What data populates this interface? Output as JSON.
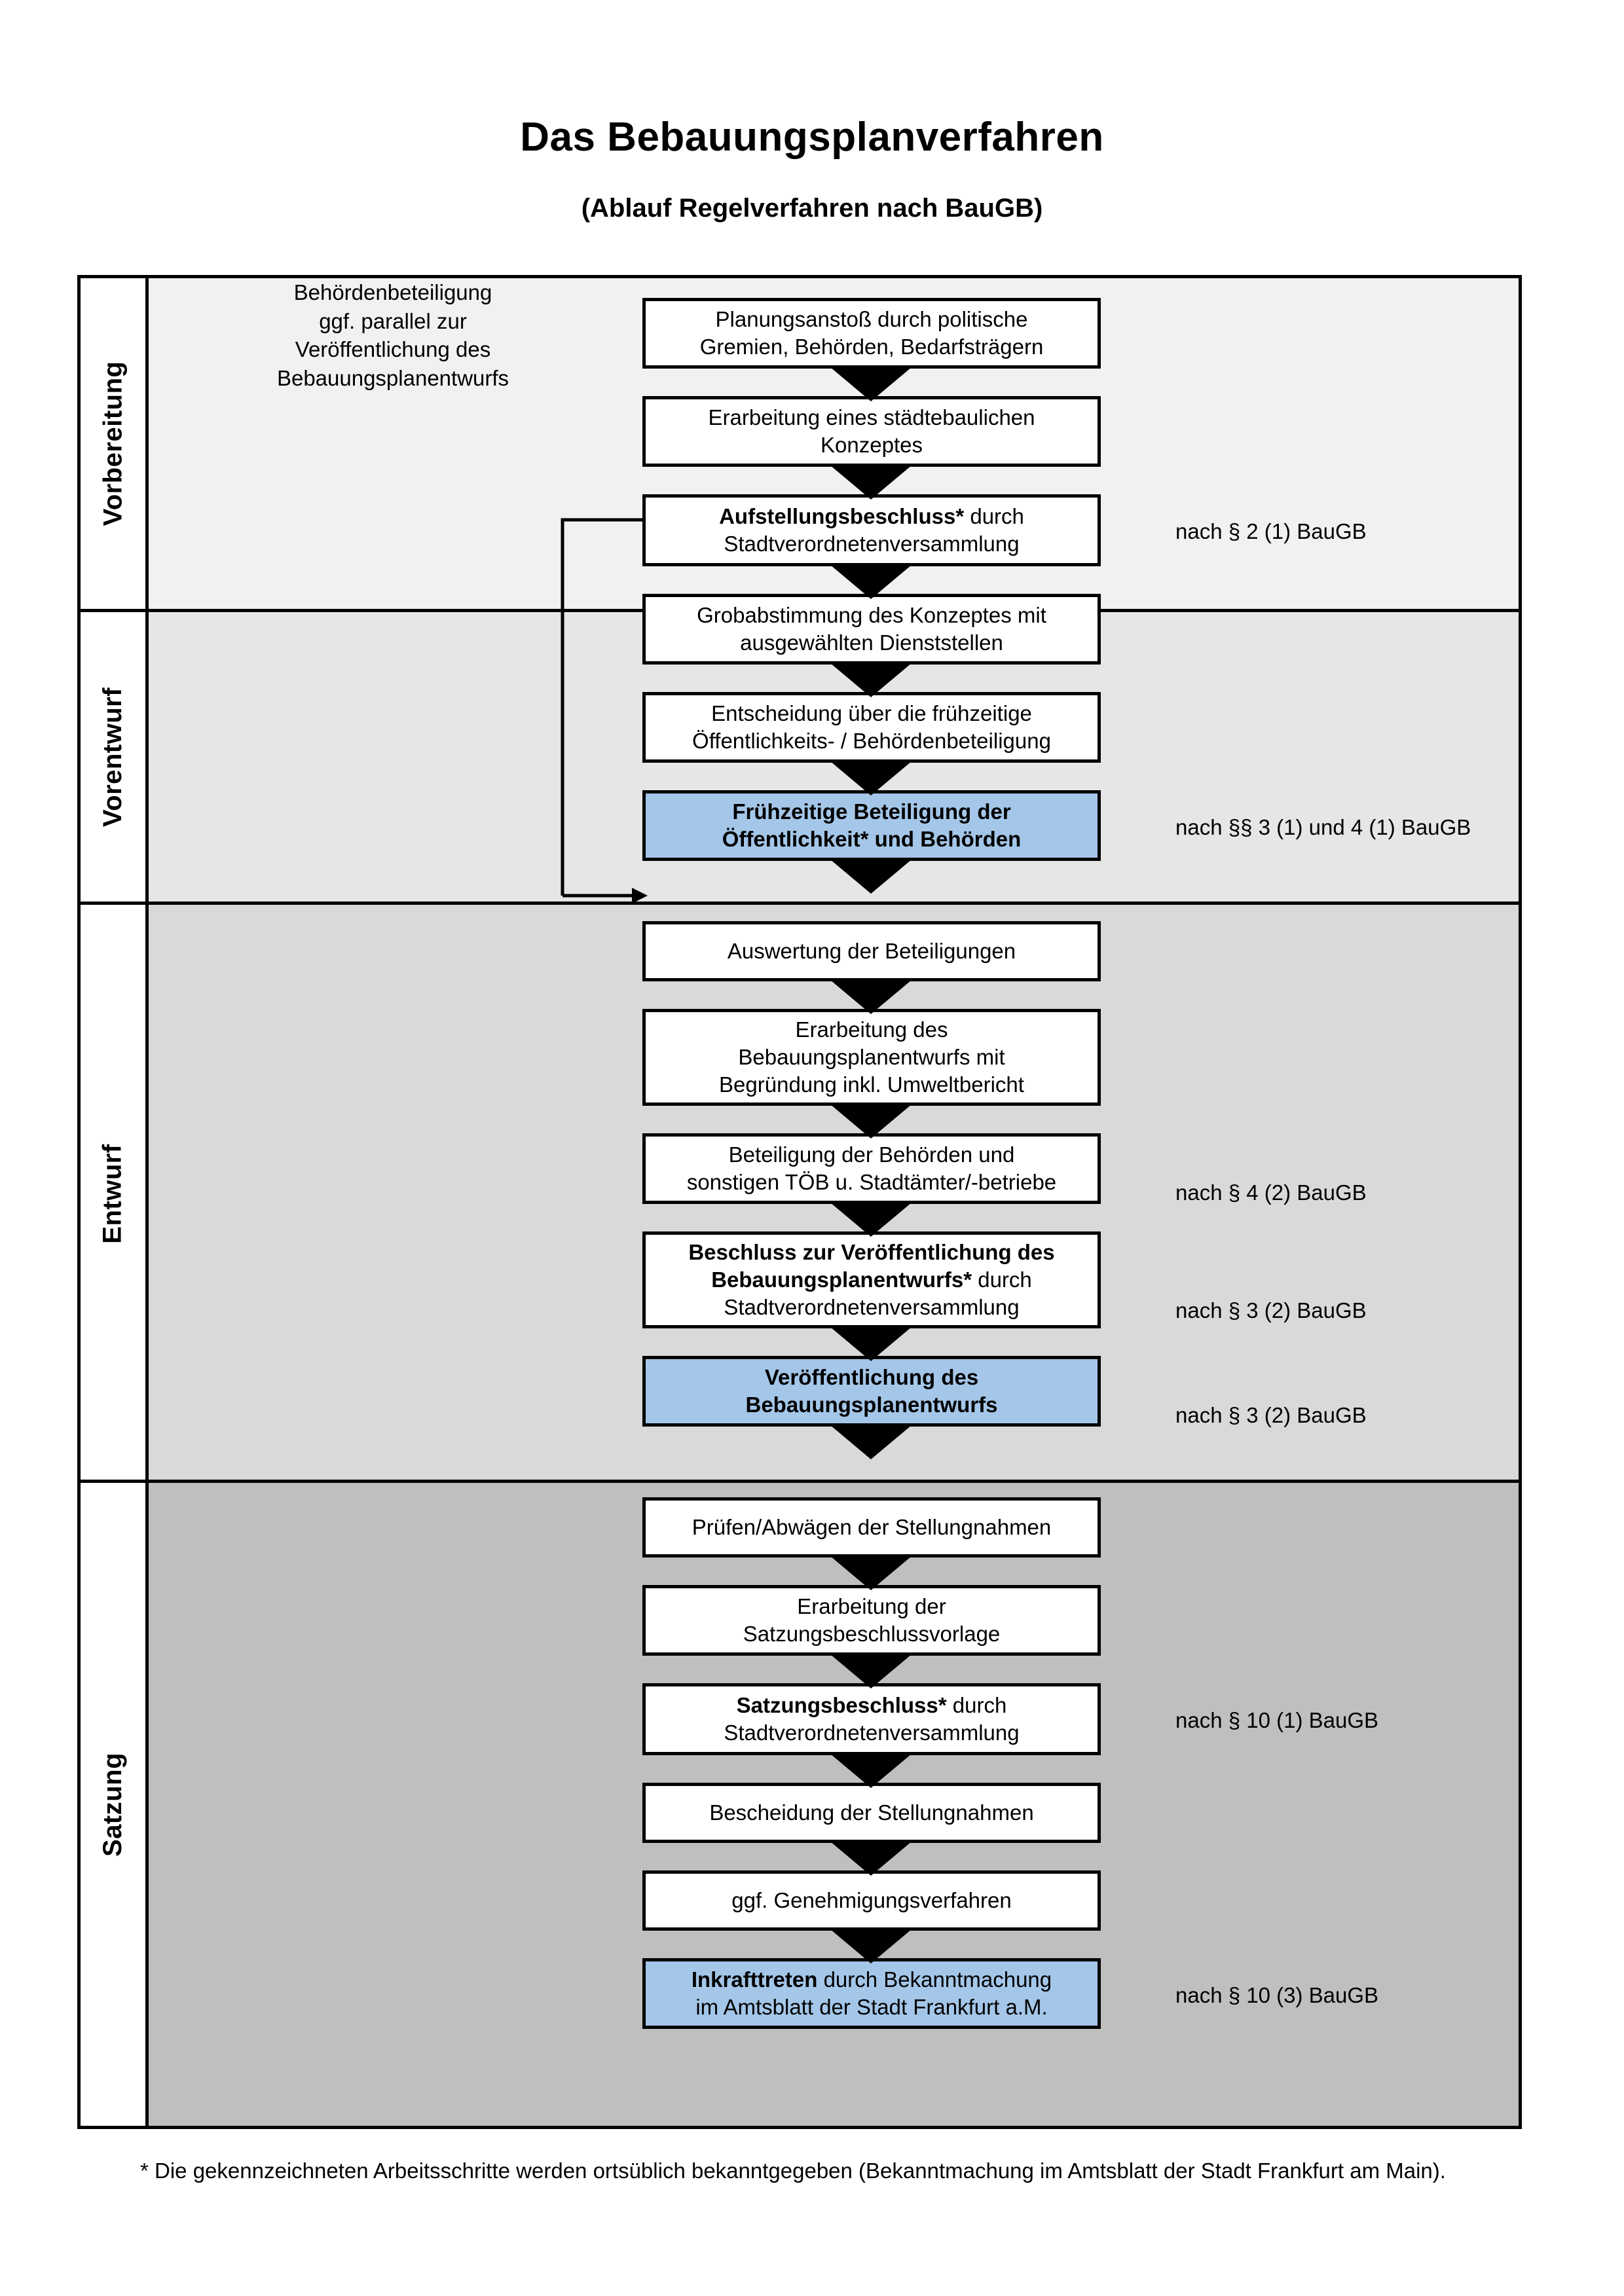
{
  "document": {
    "title": "Das Bebauungsplanverfahren",
    "subtitle": "(Ablauf Regelverfahren nach BauGB)",
    "footnote": "* Die gekennzeichneten Arbeitsschritte werden ortsüblich bekanntgegeben (Bekanntmachung im Amtsblatt  der Stadt Frankfurt am Main)."
  },
  "colors": {
    "highlight_box": "#a4c6e8",
    "band_vorbereitung": "#f1f1f1",
    "band_vorentwurf": "#e6e6e6",
    "band_entwurf": "#d9d9d9",
    "band_satzung": "#bfbfbf",
    "line": "#000000"
  },
  "phases": [
    {
      "id": "vorbereitung",
      "label": "Vorbereitung"
    },
    {
      "id": "vorentwurf",
      "label": "Vorentwurf"
    },
    {
      "id": "entwurf",
      "label": "Entwurf"
    },
    {
      "id": "satzung",
      "label": "Satzung"
    }
  ],
  "steps": [
    {
      "id": "planungsanstoss",
      "phase": "vorbereitung",
      "highlight": false,
      "lines": [
        {
          "text": "Planungsanstoß durch politische",
          "bold": false
        },
        {
          "text": "Gremien, Behörden, Bedarfsträgern",
          "bold": false
        }
      ]
    },
    {
      "id": "staedtebauliches-konzept",
      "phase": "vorbereitung",
      "highlight": false,
      "lines": [
        {
          "text": "Erarbeitung eines städtebaulichen",
          "bold": false
        },
        {
          "text": "Konzeptes",
          "bold": false
        }
      ]
    },
    {
      "id": "aufstellungsbeschluss",
      "phase": "vorbereitung",
      "highlight": false,
      "lines": [
        {
          "text": "Aufstellungsbeschluss*",
          "bold": true
        },
        {
          "text": " durch",
          "bold": false
        },
        {
          "text": "Stadtverordnetenversammlung",
          "bold": false,
          "newline": true
        }
      ]
    },
    {
      "id": "grobabstimmung",
      "phase": "vorentwurf",
      "highlight": false,
      "lines": [
        {
          "text": "Grobabstimmung des Konzeptes mit",
          "bold": false
        },
        {
          "text": "ausgewählten Dienststellen",
          "bold": false
        }
      ]
    },
    {
      "id": "entscheidung-fruehzeitige",
      "phase": "vorentwurf",
      "highlight": false,
      "lines": [
        {
          "text": "Entscheidung über die frühzeitige",
          "bold": false
        },
        {
          "text": "Öffentlichkeits- / Behördenbeteiligung",
          "bold": false
        }
      ]
    },
    {
      "id": "fruehzeitige-beteiligung",
      "phase": "vorentwurf",
      "highlight": true,
      "lines": [
        {
          "text": "Frühzeitige Beteiligung der",
          "bold": true
        },
        {
          "text": "Öffentlichkeit* und Behörden",
          "bold": true
        }
      ]
    },
    {
      "id": "auswertung-beteiligungen",
      "phase": "entwurf",
      "highlight": false,
      "lines": [
        {
          "text": "Auswertung der Beteiligungen",
          "bold": false
        }
      ]
    },
    {
      "id": "erarbeitung-bplan-entwurf",
      "phase": "entwurf",
      "highlight": false,
      "lines": [
        {
          "text": "Erarbeitung des",
          "bold": false
        },
        {
          "text": "Bebauungsplanentwurfs mit",
          "bold": false
        },
        {
          "text": "Begründung inkl. Umweltbericht",
          "bold": false
        }
      ]
    },
    {
      "id": "beteiligung-behoerden-toeb",
      "phase": "entwurf",
      "highlight": false,
      "lines": [
        {
          "text": "Beteiligung der Behörden und",
          "bold": false
        },
        {
          "text": "sonstigen TÖB u. Stadtämter/-betriebe",
          "bold": false
        }
      ]
    },
    {
      "id": "beschluss-veroeffentlichung",
      "phase": "entwurf",
      "highlight": false,
      "lines": [
        {
          "text": "Beschluss zur Veröffentlichung des",
          "bold": true
        },
        {
          "text": "Bebauungsplanentwurfs*",
          "bold": true
        },
        {
          "text": " durch",
          "bold": false
        },
        {
          "text": "Stadtverordnetenversammlung",
          "bold": false,
          "newline": true
        }
      ]
    },
    {
      "id": "veroeffentlichung-bplan",
      "phase": "entwurf",
      "highlight": true,
      "lines": [
        {
          "text": "Veröffentlichung des",
          "bold": true
        },
        {
          "text": "Bebauungsplanentwurfs",
          "bold": true
        }
      ]
    },
    {
      "id": "pruefen-abwaegen",
      "phase": "satzung",
      "highlight": false,
      "lines": [
        {
          "text": "Prüfen/Abwägen der Stellungnahmen",
          "bold": false
        }
      ]
    },
    {
      "id": "satzungsbeschlussvorlage",
      "phase": "satzung",
      "highlight": false,
      "lines": [
        {
          "text": "Erarbeitung der",
          "bold": false
        },
        {
          "text": "Satzungsbeschlussvorlage",
          "bold": false
        }
      ]
    },
    {
      "id": "satzungsbeschluss",
      "phase": "satzung",
      "highlight": false,
      "lines": [
        {
          "text": "Satzungsbeschluss*",
          "bold": true
        },
        {
          "text": " durch",
          "bold": false
        },
        {
          "text": "Stadtverordnetenversammlung",
          "bold": false,
          "newline": true
        }
      ]
    },
    {
      "id": "bescheidung-stellungnahmen",
      "phase": "satzung",
      "highlight": false,
      "lines": [
        {
          "text": "Bescheidung der Stellungnahmen",
          "bold": false
        }
      ]
    },
    {
      "id": "genehmigungsverfahren",
      "phase": "satzung",
      "highlight": false,
      "lines": [
        {
          "text": "ggf. Genehmigungsverfahren",
          "bold": false
        }
      ]
    },
    {
      "id": "inkrafttreten",
      "phase": "satzung",
      "highlight": true,
      "lines": [
        {
          "text": "Inkrafttreten",
          "bold": true
        },
        {
          "text": " durch Bekanntmachung",
          "bold": false
        },
        {
          "text": "im Amtsblatt der Stadt Frankfurt a.M.",
          "bold": false,
          "newline": true
        }
      ]
    }
  ],
  "legal_refs": [
    {
      "id": "ref-par2-1",
      "text": "nach § 2 (1) BauGB",
      "for_step": "aufstellungsbeschluss"
    },
    {
      "id": "ref-par3-4",
      "text": "nach §§ 3 (1) und 4 (1) BauGB",
      "for_step": "fruehzeitige-beteiligung"
    },
    {
      "id": "ref-par4-2",
      "text": "nach § 4 (2) BauGB",
      "for_step": "beteiligung-behoerden-toeb"
    },
    {
      "id": "ref-par3-2a",
      "text": "nach § 3 (2) BauGB",
      "for_step": "beschluss-veroeffentlichung"
    },
    {
      "id": "ref-par3-2b",
      "text": "nach § 3 (2) BauGB",
      "for_step": "veroeffentlichung-bplan"
    },
    {
      "id": "ref-par10-1",
      "text": "nach § 10 (1) BauGB",
      "for_step": "satzungsbeschluss"
    },
    {
      "id": "ref-par10-3",
      "text": "nach § 10 (3) BauGB",
      "for_step": "inkrafttreten"
    }
  ],
  "side_note": {
    "id": "behoerdenbeteiligung-note",
    "lines": [
      "Behördenbeteiligung",
      "ggf. parallel zur",
      "Veröffentlichung des",
      "Bebauungsplanentwurfs"
    ]
  }
}
